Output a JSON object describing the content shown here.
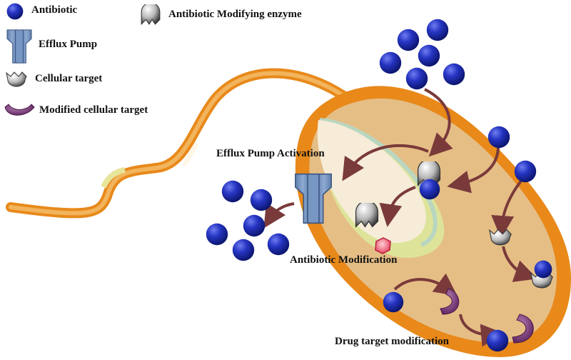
{
  "legend": {
    "antibiotic": "Antibiotic",
    "efflux_pump": "Efflux Pump",
    "cellular_target": "Cellular target",
    "modified_cellular_target": "Modified cellular target",
    "modifying_enzyme": "Antibiotic Modifying enzyme"
  },
  "labels": {
    "efflux_activation": "Efflux Pump Activation",
    "antibiotic_modification": "Antibiotic Modification",
    "target_modification": "Drug target modification"
  },
  "colors": {
    "antibiotic": "#1f2fb5",
    "pump": "#7a97c0",
    "modified_target": "#7b3a7a",
    "arrow": "#7a3a3a",
    "membrane_outer": "#e8891a",
    "cytoplasm": "#e5be86",
    "inner_layer": "#f6ecd8",
    "green_layer": "#dde49a"
  }
}
